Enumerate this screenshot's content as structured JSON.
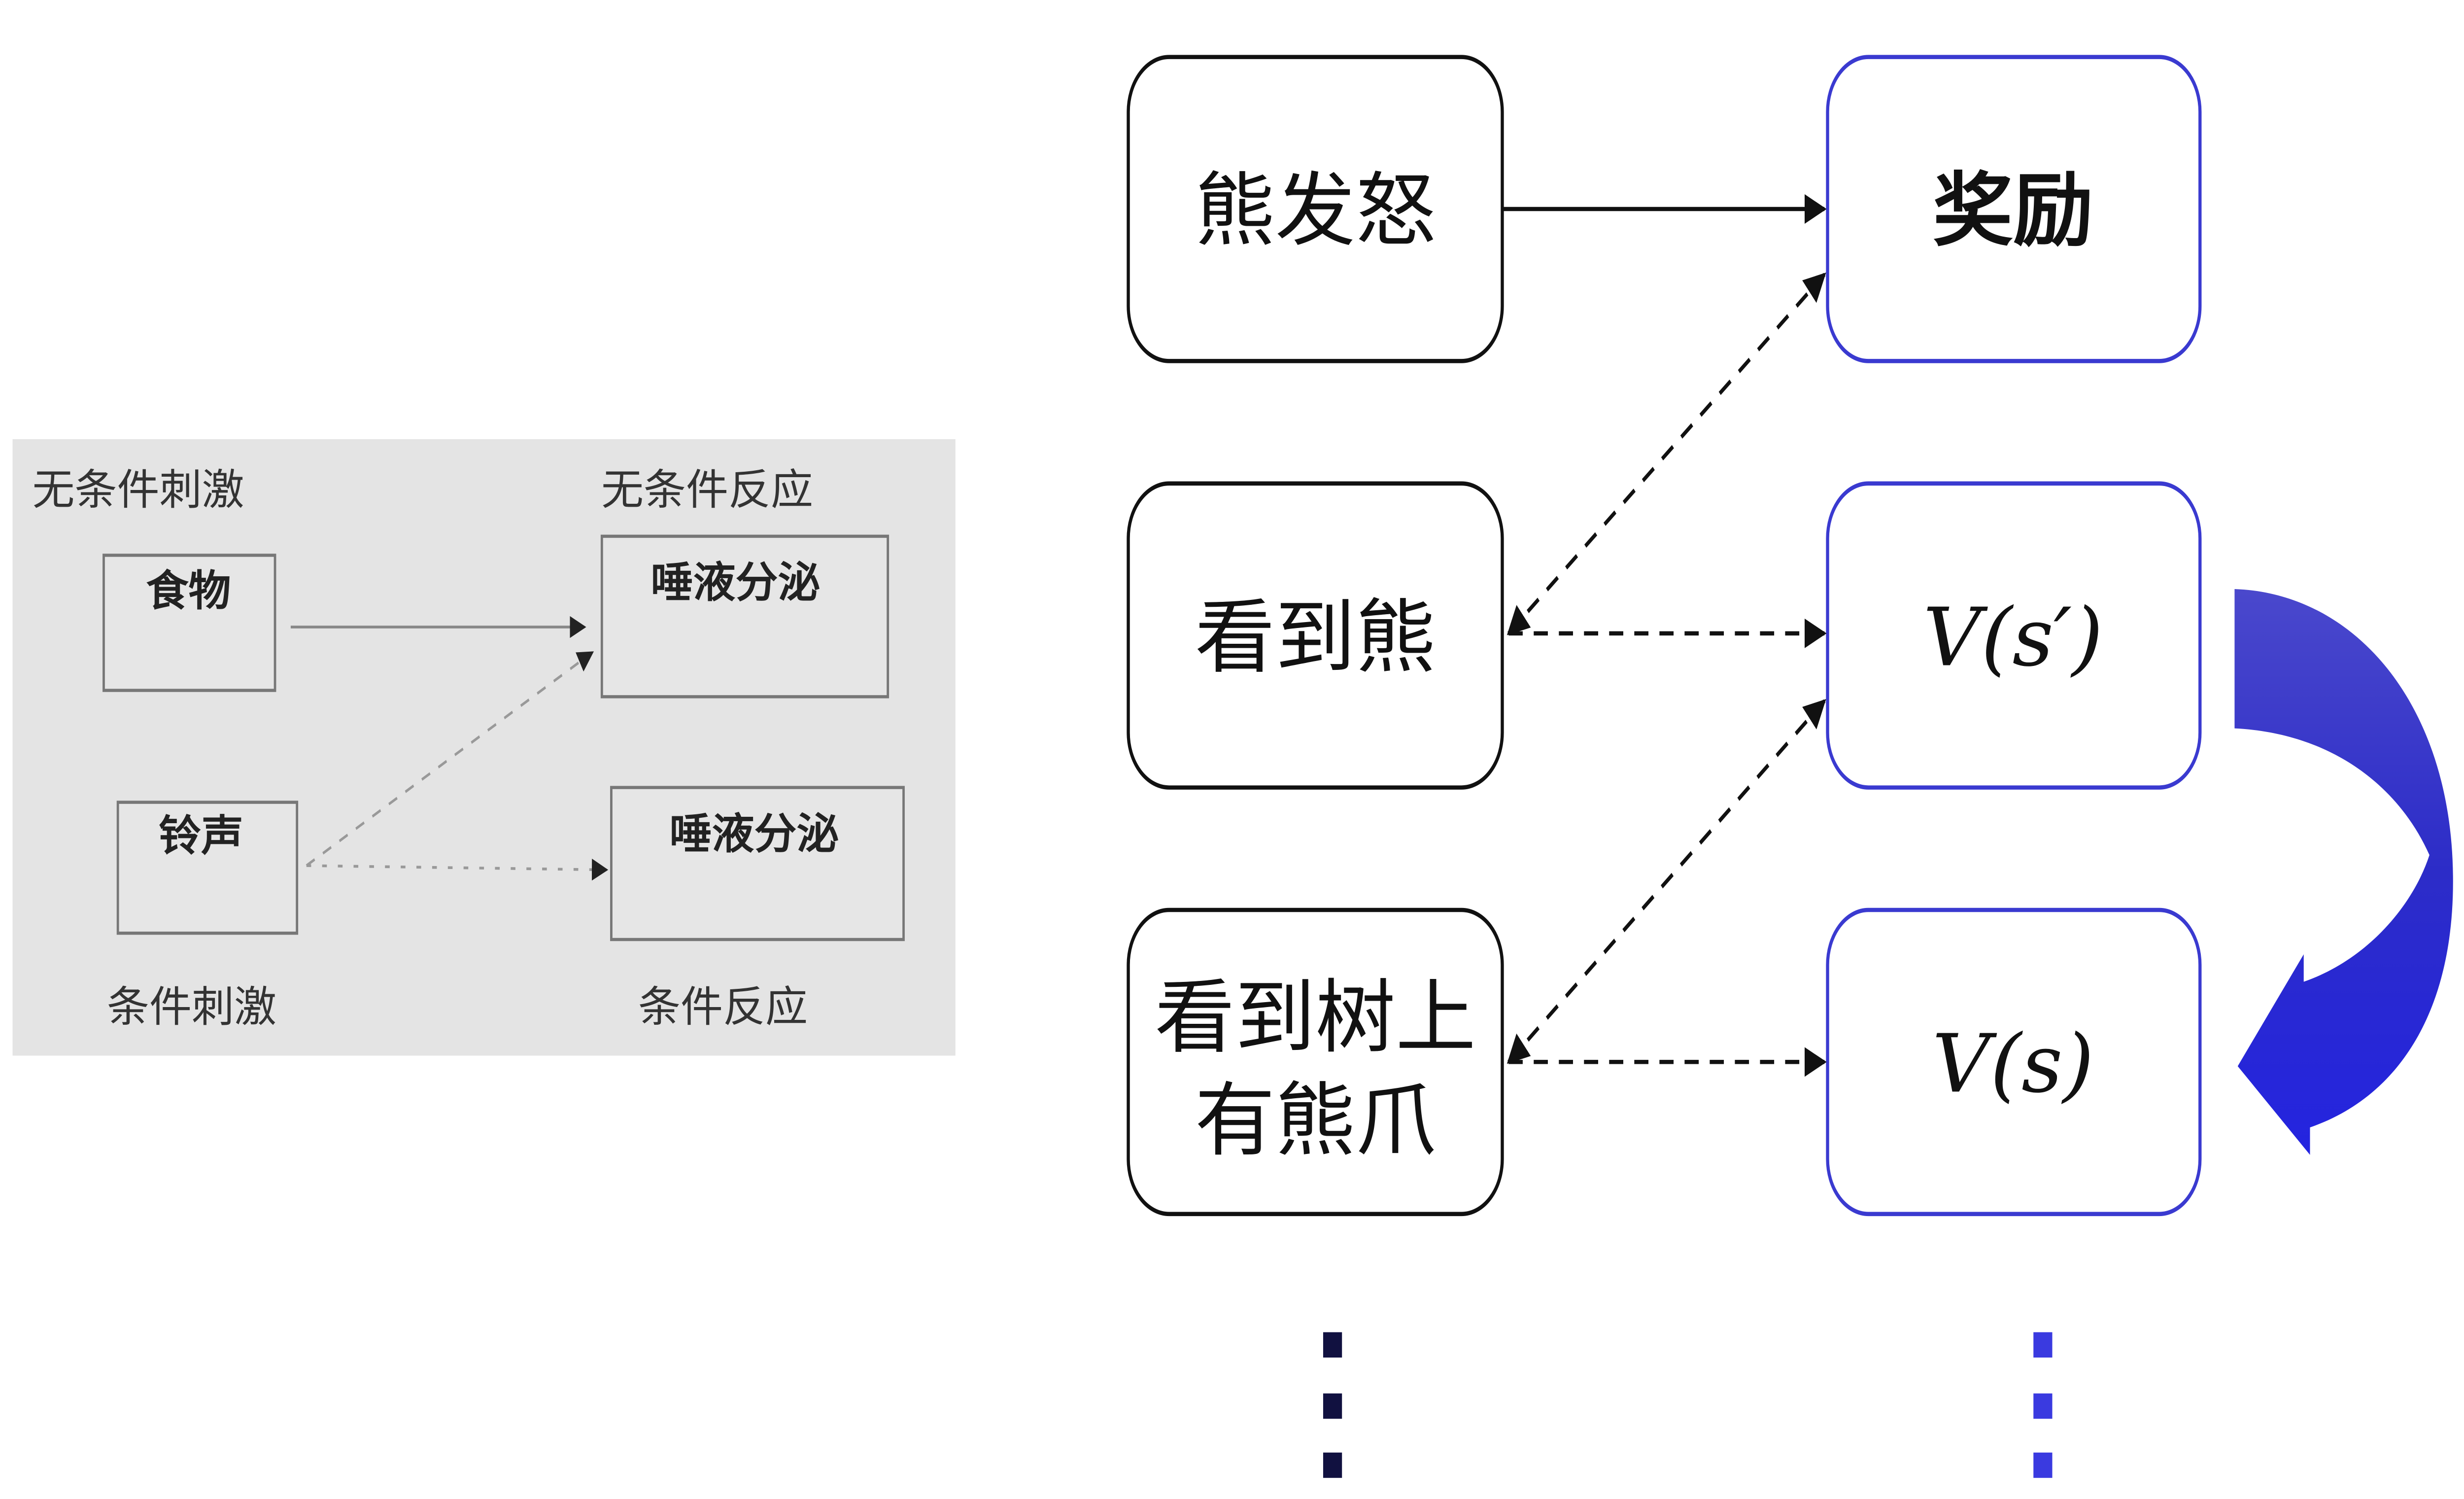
{
  "left_diagram": {
    "unconditioned_stimulus_label": "无条件刺激",
    "unconditioned_response_label": "无条件反应",
    "conditioned_stimulus_label": "条件刺激",
    "conditioned_response_label": "条件反应",
    "food": "食物",
    "bell": "铃声",
    "salivation_top": "唾液分泌",
    "salivation_bottom": "唾液分泌",
    "background_color": "#e4e4e4"
  },
  "right_diagram": {
    "states": [
      "熊发怒",
      "看到熊",
      "看到树上",
      "有熊爪"
    ],
    "values": [
      "奖励",
      "V(s′)",
      "V(s)"
    ],
    "ellipsis": "⋮",
    "state_border_color": "#111111",
    "value_border_color": "#3a3ad0",
    "curved_arrow_color": "#2b2be0"
  }
}
